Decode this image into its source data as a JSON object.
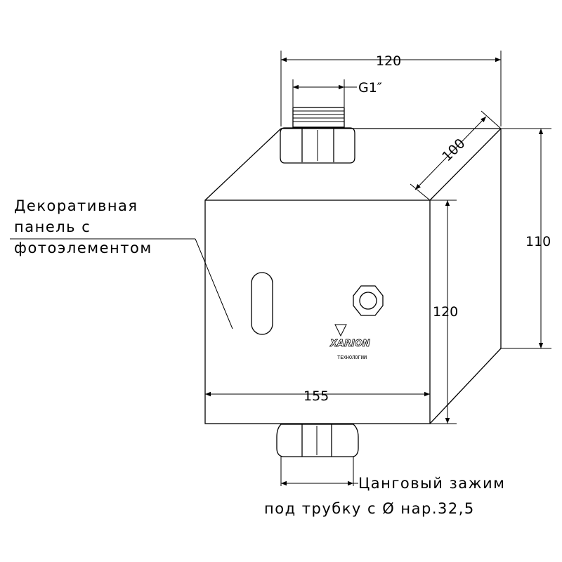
{
  "dimensions": {
    "top_width": "120",
    "thread": "G1″",
    "depth": "100",
    "back_height": "110",
    "front_height": "120",
    "front_width": "155"
  },
  "labels": {
    "panel_lines": [
      "Декоративная",
      "панель с",
      "фотоэлементом"
    ],
    "clamp_lines": [
      "Цанговый зажим",
      "под трубку с Ø нар.32,5"
    ]
  },
  "logo": {
    "name": "XARION",
    "tagline": "ТЕХНОЛОГИИ"
  }
}
